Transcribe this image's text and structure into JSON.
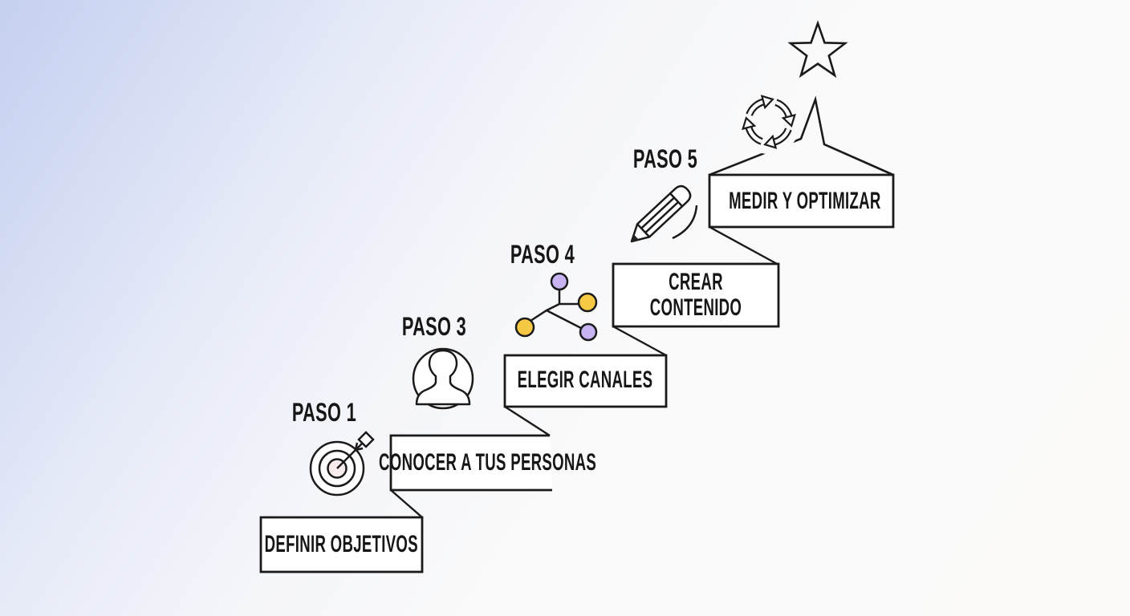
{
  "diagram_type": "staircase-process-infographic",
  "language": "es",
  "paso_labels": {
    "paso1": "PASO 1",
    "paso3": "PASO 3",
    "paso4": "PASO 4",
    "paso5": "PASO 5"
  },
  "steps": [
    {
      "box_label": "DEFINIR OBJETIVOS"
    },
    {
      "box_label": "CONOCER A TUS PERSONAS"
    },
    {
      "box_label": "ELEGIR CANALES"
    },
    {
      "box_label": "CREAR CONTENIDO"
    },
    {
      "box_label": "MEDIR Y OPTIMIZAR"
    }
  ],
  "icons": {
    "step1": "target-bullseye-icon",
    "step2": "persona-user-icon",
    "step3": "channels-network-icon",
    "step4": "pencil-icon",
    "top": [
      "refresh-cycle-icon",
      "star-icon",
      "summit-peak-outline"
    ]
  },
  "colors": {
    "outline": "#1a1a1a",
    "box_fill": "#ffffff",
    "node_yellow": "#f6c945",
    "node_purple": "#c8b4f2",
    "bullseye_tint": "#f9ecec",
    "background_blue": "#c5d0ef",
    "background_white": "#fcfbfa"
  }
}
